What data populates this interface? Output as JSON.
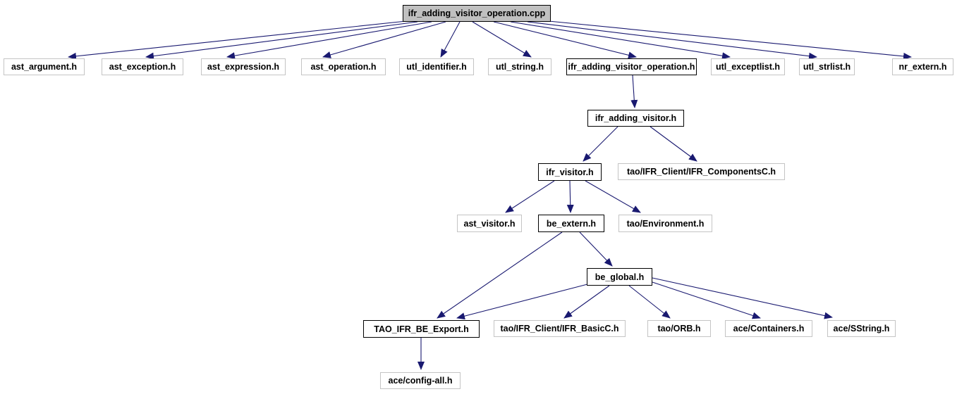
{
  "diagram": {
    "kind": "include-dependency-graph",
    "edge_color": "#191970",
    "root_fill": "#c0c0c0",
    "nodes": {
      "root": {
        "label": "ifr_adding_visitor_operation.cpp",
        "style": "root"
      },
      "ast_argument": {
        "label": "ast_argument.h",
        "style": "plain"
      },
      "ast_exception": {
        "label": "ast_exception.h",
        "style": "plain"
      },
      "ast_expression": {
        "label": "ast_expression.h",
        "style": "plain"
      },
      "ast_operation": {
        "label": "ast_operation.h",
        "style": "plain"
      },
      "utl_identifier": {
        "label": "utl_identifier.h",
        "style": "plain"
      },
      "utl_string": {
        "label": "utl_string.h",
        "style": "plain"
      },
      "iavo_h": {
        "label": "ifr_adding_visitor_operation.h",
        "style": "main"
      },
      "utl_exceptlist": {
        "label": "utl_exceptlist.h",
        "style": "plain"
      },
      "utl_strlist": {
        "label": "utl_strlist.h",
        "style": "plain"
      },
      "nr_extern": {
        "label": "nr_extern.h",
        "style": "plain"
      },
      "ifr_adding_visitor": {
        "label": "ifr_adding_visitor.h",
        "style": "main"
      },
      "ifr_visitor": {
        "label": "ifr_visitor.h",
        "style": "main"
      },
      "ifr_componentsc": {
        "label": "tao/IFR_Client/IFR_ComponentsC.h",
        "style": "plain"
      },
      "ast_visitor": {
        "label": "ast_visitor.h",
        "style": "plain"
      },
      "be_extern": {
        "label": "be_extern.h",
        "style": "main"
      },
      "tao_environment": {
        "label": "tao/Environment.h",
        "style": "plain"
      },
      "be_global": {
        "label": "be_global.h",
        "style": "main"
      },
      "tao_ifr_be_export": {
        "label": "TAO_IFR_BE_Export.h",
        "style": "main"
      },
      "tao_ifr_basicc": {
        "label": "tao/IFR_Client/IFR_BasicC.h",
        "style": "plain"
      },
      "tao_orb": {
        "label": "tao/ORB.h",
        "style": "plain"
      },
      "ace_containers": {
        "label": "ace/Containers.h",
        "style": "plain"
      },
      "ace_sstring": {
        "label": "ace/SString.h",
        "style": "plain"
      },
      "ace_config_all": {
        "label": "ace/config-all.h",
        "style": "plain"
      }
    },
    "edges": [
      [
        "root",
        "ast_argument"
      ],
      [
        "root",
        "ast_exception"
      ],
      [
        "root",
        "ast_expression"
      ],
      [
        "root",
        "ast_operation"
      ],
      [
        "root",
        "utl_identifier"
      ],
      [
        "root",
        "utl_string"
      ],
      [
        "root",
        "iavo_h"
      ],
      [
        "root",
        "utl_exceptlist"
      ],
      [
        "root",
        "utl_strlist"
      ],
      [
        "root",
        "nr_extern"
      ],
      [
        "iavo_h",
        "ifr_adding_visitor"
      ],
      [
        "ifr_adding_visitor",
        "ifr_visitor"
      ],
      [
        "ifr_adding_visitor",
        "ifr_componentsc"
      ],
      [
        "ifr_visitor",
        "ast_visitor"
      ],
      [
        "ifr_visitor",
        "be_extern"
      ],
      [
        "ifr_visitor",
        "tao_environment"
      ],
      [
        "be_extern",
        "tao_ifr_be_export"
      ],
      [
        "be_extern",
        "be_global"
      ],
      [
        "be_global",
        "tao_ifr_be_export"
      ],
      [
        "be_global",
        "tao_ifr_basicc"
      ],
      [
        "be_global",
        "tao_orb"
      ],
      [
        "be_global",
        "ace_containers"
      ],
      [
        "be_global",
        "ace_sstring"
      ],
      [
        "tao_ifr_be_export",
        "ace_config_all"
      ]
    ]
  }
}
